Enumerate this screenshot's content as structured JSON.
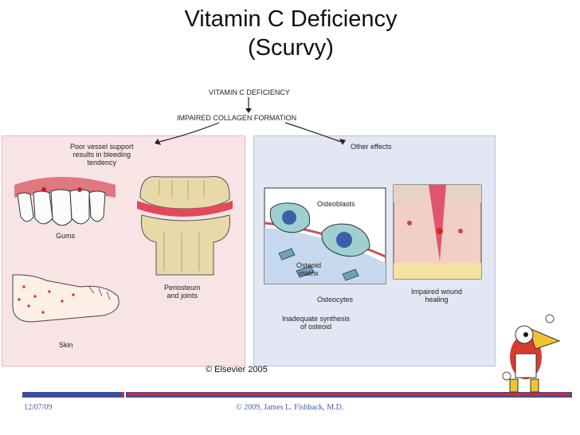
{
  "slide": {
    "title_line1": "Vitamin C Deficiency",
    "title_line2": "(Scurvy)"
  },
  "figure": {
    "top_label": "VITAMIN C DEFICIENCY",
    "second_label": "IMPAIRED COLLAGEN FORMATION",
    "left_branch": [
      "Poor vessel support",
      "results in bleeding",
      "tendency"
    ],
    "right_branch": "Other effects",
    "gums": "Gums",
    "periosteum": [
      "Periosteum",
      "and joints"
    ],
    "skin": "Skin",
    "osteoblasts": "Osteoblasts",
    "osteoid": [
      "Osteoid",
      "matrix"
    ],
    "osteocytes": "Osteocytes",
    "inadequate": [
      "Inadequate synthesis",
      "of osteoid"
    ],
    "wound": [
      "Impaired wound",
      "healing"
    ],
    "copyright": "© Elsevier 2005"
  },
  "footer": {
    "date": "12/07/09",
    "copyright": "© 2009, James L. Fishback, M.D."
  },
  "colors": {
    "footer_blue": "#3d4f9c",
    "footer_red": "#d9262b",
    "gum_red": "#d9434e",
    "left_panel": "#f8e4e4",
    "right_panel": "#e2e7f3"
  },
  "icons": [
    "arrow-down-icon",
    "arrow-left-icon",
    "arrow-right-icon",
    "mascot-bird-icon"
  ]
}
